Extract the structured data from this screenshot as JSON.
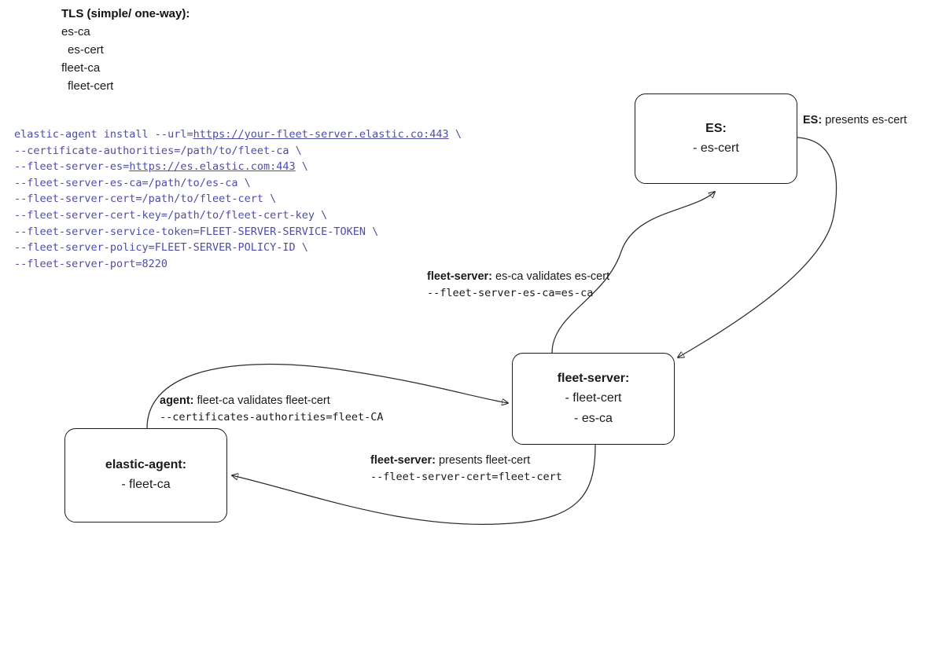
{
  "legend": {
    "title": "TLS (simple/ one-way):",
    "items": [
      {
        "text": "es-ca",
        "indent": 0
      },
      {
        "text": "es-cert",
        "indent": 1
      },
      {
        "text": "fleet-ca",
        "indent": 0
      },
      {
        "text": "fleet-cert",
        "indent": 1
      }
    ]
  },
  "command": {
    "color": "#4d4da8",
    "lines": [
      [
        {
          "t": "elastic-agent install --url=",
          "u": false
        },
        {
          "t": "https://your-fleet-server.elastic.co:443",
          "u": true
        },
        {
          "t": " \\",
          "u": false
        }
      ],
      [
        {
          "t": "--certificate-authorities=/path/to/fleet-ca \\",
          "u": false
        }
      ],
      [
        {
          "t": "--fleet-server-es=",
          "u": false
        },
        {
          "t": "https://es.elastic.com:443",
          "u": true
        },
        {
          "t": " \\",
          "u": false
        }
      ],
      [
        {
          "t": "--fleet-server-es-ca=/path/to/es-ca \\",
          "u": false
        }
      ],
      [
        {
          "t": "--fleet-server-cert=/path/to/fleet-cert \\",
          "u": false
        }
      ],
      [
        {
          "t": "--fleet-server-cert-key=/path/to/fleet-cert-key \\",
          "u": false
        }
      ],
      [
        {
          "t": "--fleet-server-service-token=FLEET-SERVER-SERVICE-TOKEN \\",
          "u": false
        }
      ],
      [
        {
          "t": "--fleet-server-policy=FLEET-SERVER-POLICY-ID \\",
          "u": false
        }
      ],
      [
        {
          "t": "--fleet-server-port=8220",
          "u": false
        }
      ]
    ]
  },
  "nodes": {
    "es": {
      "title": "ES:",
      "lines": [
        "- es-cert"
      ]
    },
    "fleet_server": {
      "title": "fleet-server:",
      "lines": [
        "- fleet-cert",
        "- es-ca"
      ]
    },
    "elastic_agent": {
      "title": "elastic-agent:",
      "lines": [
        "- fleet-ca"
      ]
    }
  },
  "edge_labels": {
    "es_presents": {
      "bold": "ES:",
      "rest": " presents es-cert",
      "mono": ""
    },
    "fs_validates": {
      "bold": "fleet-server:",
      "rest": " es-ca validates es-cert",
      "mono": "--fleet-server-es-ca=es-ca"
    },
    "agent_validates": {
      "bold": "agent:",
      "rest": " fleet-ca validates fleet-cert",
      "mono": "--certificates-authorities=fleet-CA"
    },
    "fs_presents": {
      "bold": "fleet-server:",
      "rest": " presents fleet-cert",
      "mono": "--fleet-server-cert=fleet-cert"
    }
  },
  "theme": {
    "background": "#ffffff",
    "stroke": "#2b2b2b",
    "text": "#1a1a1a",
    "command_text": "#4d4da8"
  }
}
